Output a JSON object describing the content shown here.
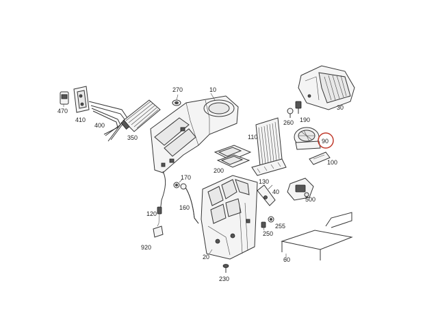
{
  "callouts": {
    "c10": "10",
    "c20": "20",
    "c30": "30",
    "c40": "40",
    "c60": "60",
    "c90": "90",
    "c100": "100",
    "c110": "110",
    "c120": "120",
    "c130": "130",
    "c160": "160",
    "c170": "170",
    "c190": "190",
    "c200": "200",
    "c230": "230",
    "c250": "250",
    "c255": "255",
    "c260": "260",
    "c270": "270",
    "c350": "350",
    "c400": "400",
    "c410": "410",
    "c470": "470",
    "c500": "500",
    "c920": "920"
  },
  "highlight": {
    "part": "90",
    "color": "#c0392b"
  }
}
